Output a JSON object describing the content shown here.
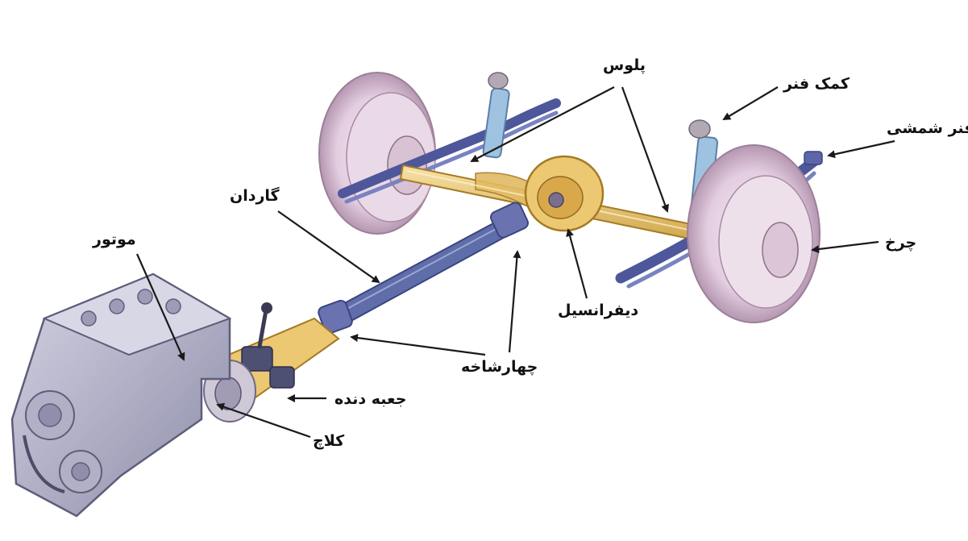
{
  "labels": {
    "propeller_shaft": "پلوس",
    "shock_absorber": "کمک فنر",
    "leaf_spring": "فنر شمشی",
    "cardan": "گاردان",
    "engine": "موتور",
    "wheel": "چرخ",
    "differential": "دیفرانسیل",
    "universal_joint": "چهارشاخه",
    "gearbox": "جعبه دنده",
    "clutch": "کلاچ"
  },
  "colors": {
    "wheel": "#e7d3e3",
    "wheel_dark": "#b597b1",
    "axle": "#e9c77a",
    "axle_dark": "#b98c2c",
    "shaft": "#5f6ea8",
    "spring": "#5d66a8",
    "shock": "#9fc2e0",
    "engine": "#b9b8cc",
    "engine_dark": "#7d7c99"
  }
}
